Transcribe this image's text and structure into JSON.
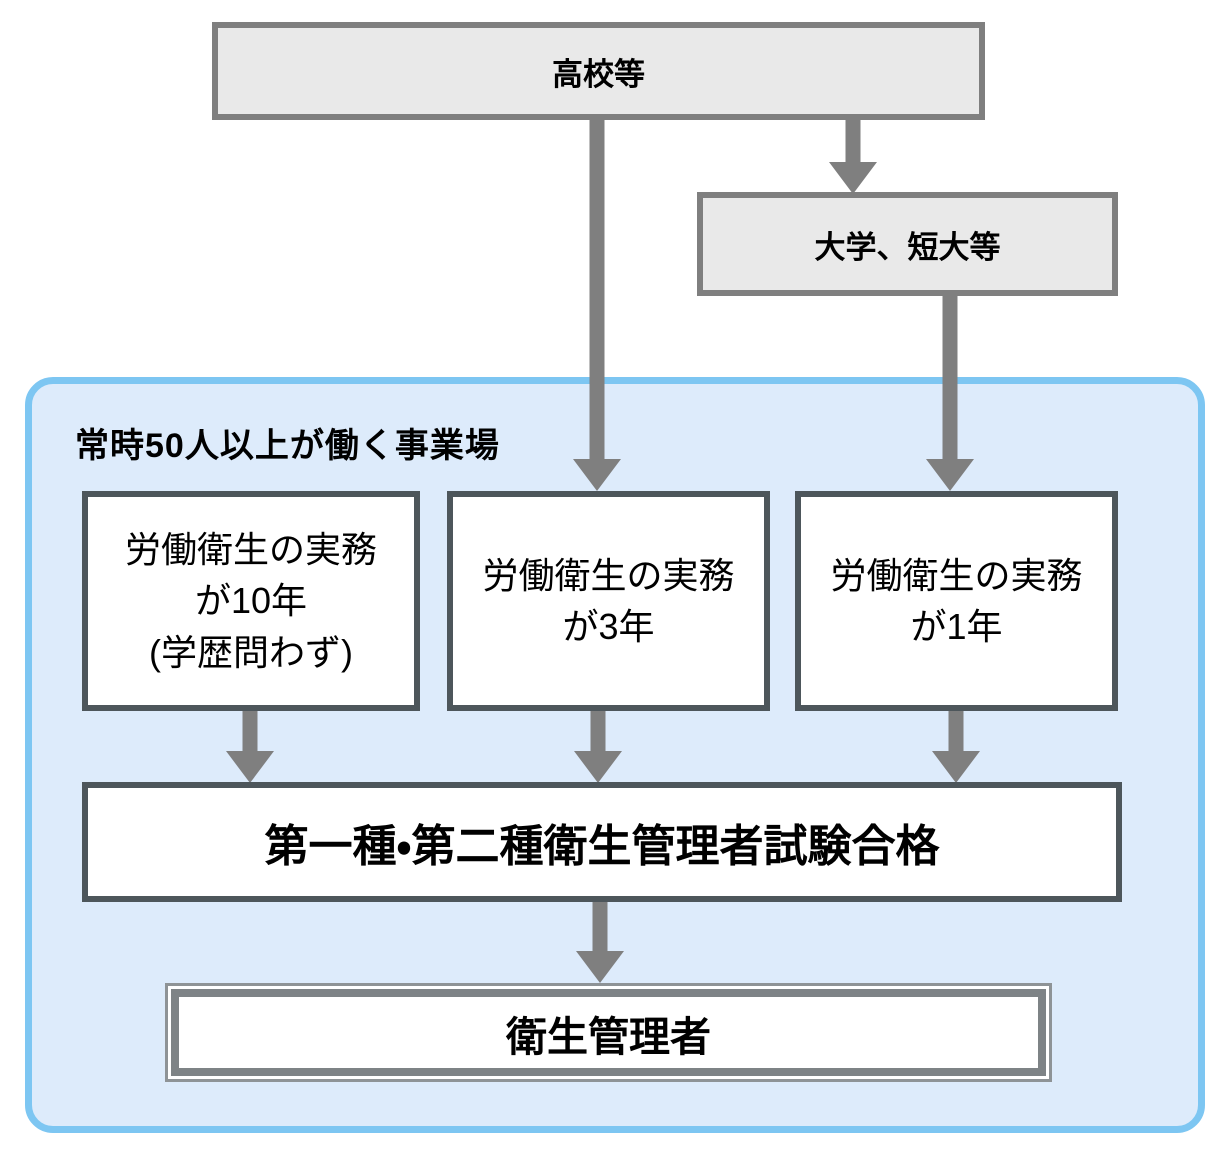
{
  "diagram": {
    "type": "flowchart",
    "nodes": {
      "highschool": {
        "label": "高校等"
      },
      "university": {
        "label": "大学、短大等"
      },
      "workplace": {
        "label": "常時50人以上が働く事業場"
      },
      "experience10": {
        "line1": "労働衛生の実務",
        "line2": "が10年",
        "line3": "(学歴問わず)"
      },
      "experience3": {
        "line1": "労働衛生の実務",
        "line2": "が3年"
      },
      "experience1": {
        "line1": "労働衛生の実務",
        "line2": "が1年"
      },
      "exam": {
        "label": "第一種・第二種衛生管理者試験合格"
      },
      "result": {
        "label": "衛生管理者"
      }
    },
    "colors": {
      "gray_node_fill": "#e9e9e9",
      "gray_node_border": "#7f7f7f",
      "white_node_border": "#4d565b",
      "workplace_fill": "#ddebfb",
      "workplace_border": "#7dc6f2",
      "arrow": "#7f7f7f",
      "result_border": "#7e8386",
      "text": "#000000"
    }
  }
}
